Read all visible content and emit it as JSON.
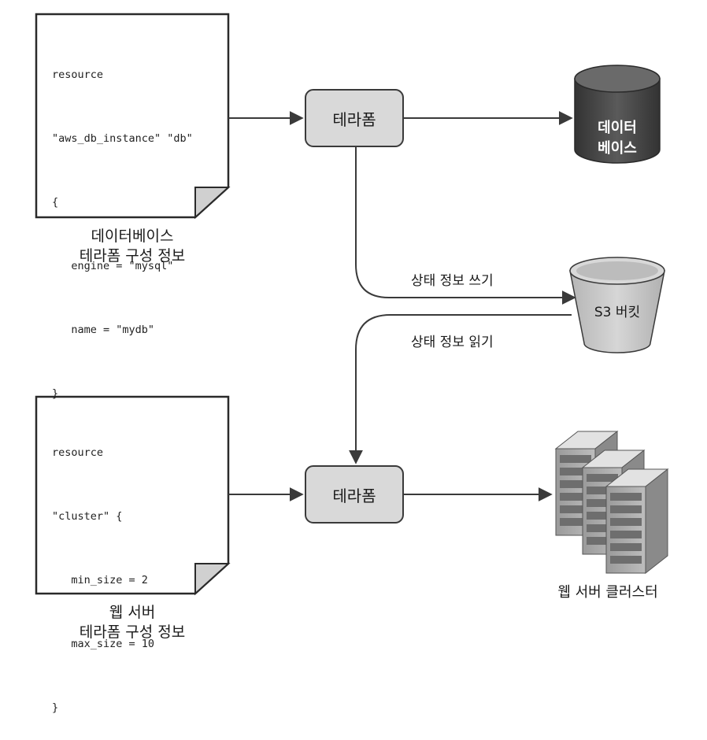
{
  "db_config_doc": {
    "code_lines": [
      "resource",
      "\"aws_db_instance\" \"db\"",
      "{",
      "   engine = \"mysql\"",
      "   name = \"mydb\"",
      "}"
    ],
    "caption_line1": "데이터베이스",
    "caption_line2": "테라폼 구성 정보"
  },
  "web_config_doc": {
    "code_lines": [
      "resource",
      "\"cluster\" {",
      "   min_size = 2",
      "   max_size = 10",
      "}"
    ],
    "caption_line1": "웹 서버",
    "caption_line2": "테라폼 구성 정보"
  },
  "terraform_top": {
    "label": "테라폼"
  },
  "terraform_bottom": {
    "label": "테라폼"
  },
  "database": {
    "label_line1": "데이터",
    "label_line2": "베이스"
  },
  "s3_bucket": {
    "label": "S3 버킷"
  },
  "edges": {
    "write_state": "상태 정보 쓰기",
    "read_state": "상태 정보 읽기"
  },
  "web_cluster": {
    "caption": "웹 서버 클러스터"
  },
  "colors": {
    "box_fill": "#d9d9d9",
    "database_fill": "#4a4a4a",
    "bucket_fill": "#c8c8c8",
    "line": "#3a3a3a"
  }
}
